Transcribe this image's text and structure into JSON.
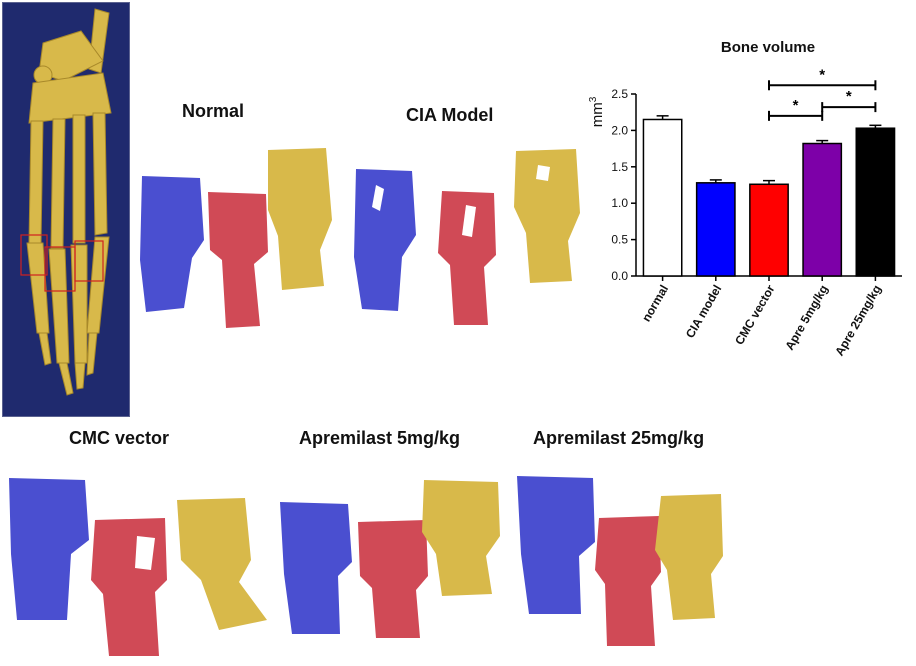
{
  "groups": {
    "normal": "Normal",
    "cia": "CIA Model",
    "cmc": "CMC vector",
    "apre5": "Apremilast 5mg/kg",
    "apre25": "Apremilast 25mg/kg"
  },
  "colors": {
    "paw_bg": "#1f2a6e",
    "bone_gold": "#d8b94a",
    "bone_blue": "#4a4fd0",
    "bone_red": "#d04a56",
    "roi_box": "#d02020"
  },
  "chart_data": {
    "type": "bar",
    "title": "Bone volume",
    "ylabel": "mm",
    "ylabel_superscript": "3",
    "categories": [
      "normal",
      "CIA model",
      "CMC vector",
      "Apre 5mg/kg",
      "Apre 25mg/kg"
    ],
    "values": [
      2.15,
      1.28,
      1.26,
      1.82,
      2.03
    ],
    "errors": [
      0.05,
      0.04,
      0.05,
      0.04,
      0.04
    ],
    "bar_colors": [
      "#ffffff",
      "#0000ff",
      "#ff0000",
      "#7d00a8",
      "#000000"
    ],
    "ylim": [
      0,
      2.5
    ],
    "yticks": [
      "0.0",
      "0.5",
      "1.0",
      "1.5",
      "2.0",
      "2.5"
    ],
    "significance": [
      {
        "from": 2,
        "to": 3,
        "label": "*"
      },
      {
        "from": 3,
        "to": 4,
        "label": "*"
      },
      {
        "from": 2,
        "to": 4,
        "label": "*"
      }
    ],
    "grid": false
  }
}
